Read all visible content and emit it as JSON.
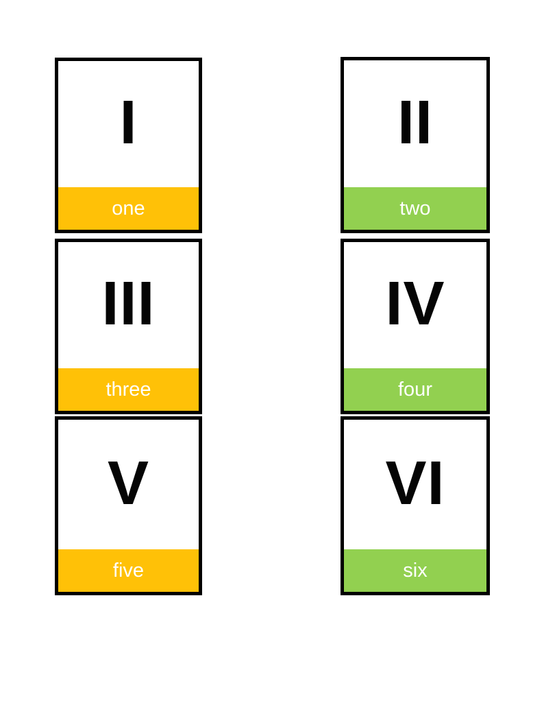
{
  "page": {
    "background": "#ffffff"
  },
  "colors": {
    "card_border": "#000000",
    "card_background": "#ffffff",
    "amber_bar": "#FFC107",
    "green_bar": "#92D050",
    "numeral_text": "#050505",
    "label_text": "#ffffff"
  },
  "cards": [
    {
      "numeral": "I",
      "word": "one",
      "bar_color": "#FFC107"
    },
    {
      "numeral": "II",
      "word": "two",
      "bar_color": "#92D050"
    },
    {
      "numeral": "III",
      "word": "three",
      "bar_color": "#FFC107"
    },
    {
      "numeral": "IV",
      "word": "four",
      "bar_color": "#92D050"
    },
    {
      "numeral": "V",
      "word": "five",
      "bar_color": "#FFC107"
    },
    {
      "numeral": "VI",
      "word": "six",
      "bar_color": "#92D050"
    }
  ]
}
